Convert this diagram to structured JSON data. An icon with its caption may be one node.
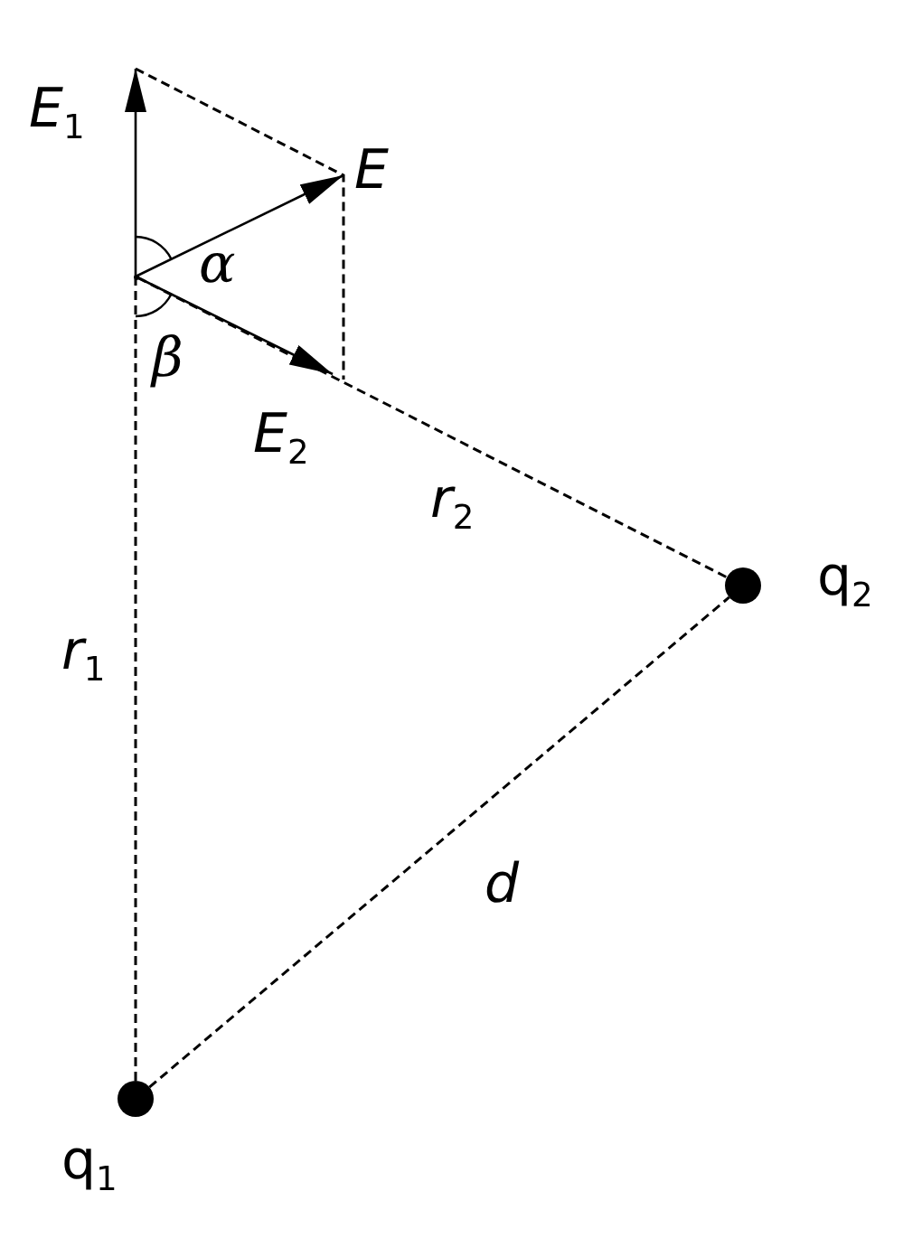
{
  "diagram": {
    "nodes": [
      {
        "text": [],
        "shape": "circle",
        "beside": [
          "q$_{1}$"
        ]
      },
      {
        "text": [],
        "shape": "circle",
        "beside": [
          "q$_{2}$"
        ]
      },
      {
        "text": [],
        "shape": "point"
      }
    ],
    "edges": [
      {
        "from": 0,
        "to": 1,
        "arrow": "none",
        "style": "dashed",
        "label": "d"
      },
      {
        "from": 0,
        "to": 2,
        "arrow": "none",
        "style": "dashed",
        "label": "r$_{1}$"
      },
      {
        "from": 2,
        "to": 1,
        "arrow": "none",
        "style": "dashed",
        "label": "r$_{2}$"
      }
    ],
    "labels": [
      "E$_{1}$",
      "E",
      "α",
      "β",
      "E$_{2}$"
    ]
  }
}
